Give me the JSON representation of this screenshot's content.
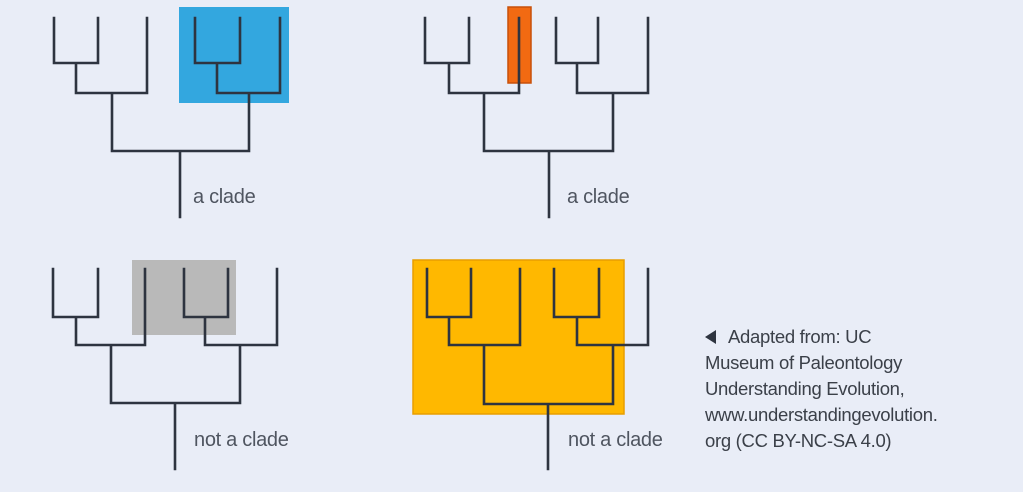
{
  "colors": {
    "background": "#e9edf7",
    "blue": "#29a3dd",
    "orange": "#f26a12",
    "gray": "#b9b9b9",
    "yellow": "#ffb800",
    "branch": "#2e3440"
  },
  "trees": [
    {
      "label": "a clade",
      "highlight": "blue"
    },
    {
      "label": "a clade",
      "highlight": "orange"
    },
    {
      "label": "not a clade",
      "highlight": "gray"
    },
    {
      "label": "not a clade",
      "highlight": "yellow"
    }
  ],
  "attribution": {
    "icon": "left-triangle-icon",
    "lines": [
      "Adapted from: UC",
      "Museum of Paleontology",
      "Understanding Evolution,",
      "www.understandingevolution.",
      "org (CC BY-NC-SA 4.0)"
    ]
  }
}
